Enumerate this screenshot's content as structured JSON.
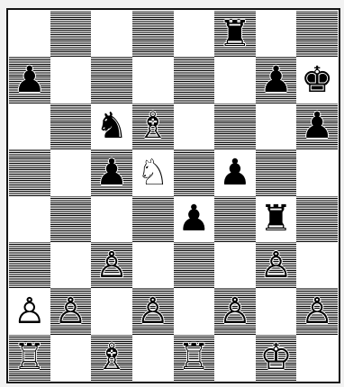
{
  "board": {
    "orientation": "white-bottom",
    "ranks": [
      [
        "",
        "",
        "",
        "",
        "",
        "r",
        "",
        ""
      ],
      [
        "p",
        "",
        "",
        "",
        "",
        "",
        "p",
        "k"
      ],
      [
        "",
        "",
        "n",
        "B",
        "",
        "",
        "",
        "p"
      ],
      [
        "",
        "",
        "p",
        "N",
        "",
        "p",
        "",
        ""
      ],
      [
        "",
        "",
        "",
        "",
        "p",
        "",
        "r",
        ""
      ],
      [
        "",
        "",
        "P",
        "",
        "",
        "",
        "P",
        ""
      ],
      [
        "P",
        "P",
        "",
        "P",
        "",
        "P",
        "",
        "P"
      ],
      [
        "R",
        "",
        "B",
        "",
        "R",
        "",
        "K",
        ""
      ]
    ]
  },
  "piece_glyphs": {
    "K": "♔",
    "Q": "♕",
    "R": "♖",
    "B": "♗",
    "N": "♘",
    "P": "♙",
    "k": "♚",
    "q": "♛",
    "r": "♜",
    "b": "♝",
    "n": "♞",
    "p": "♟"
  },
  "colors": {
    "light_square": "#fbfbfb",
    "dark_square_hatch": "#111111",
    "frame": "#1a1a1a"
  }
}
